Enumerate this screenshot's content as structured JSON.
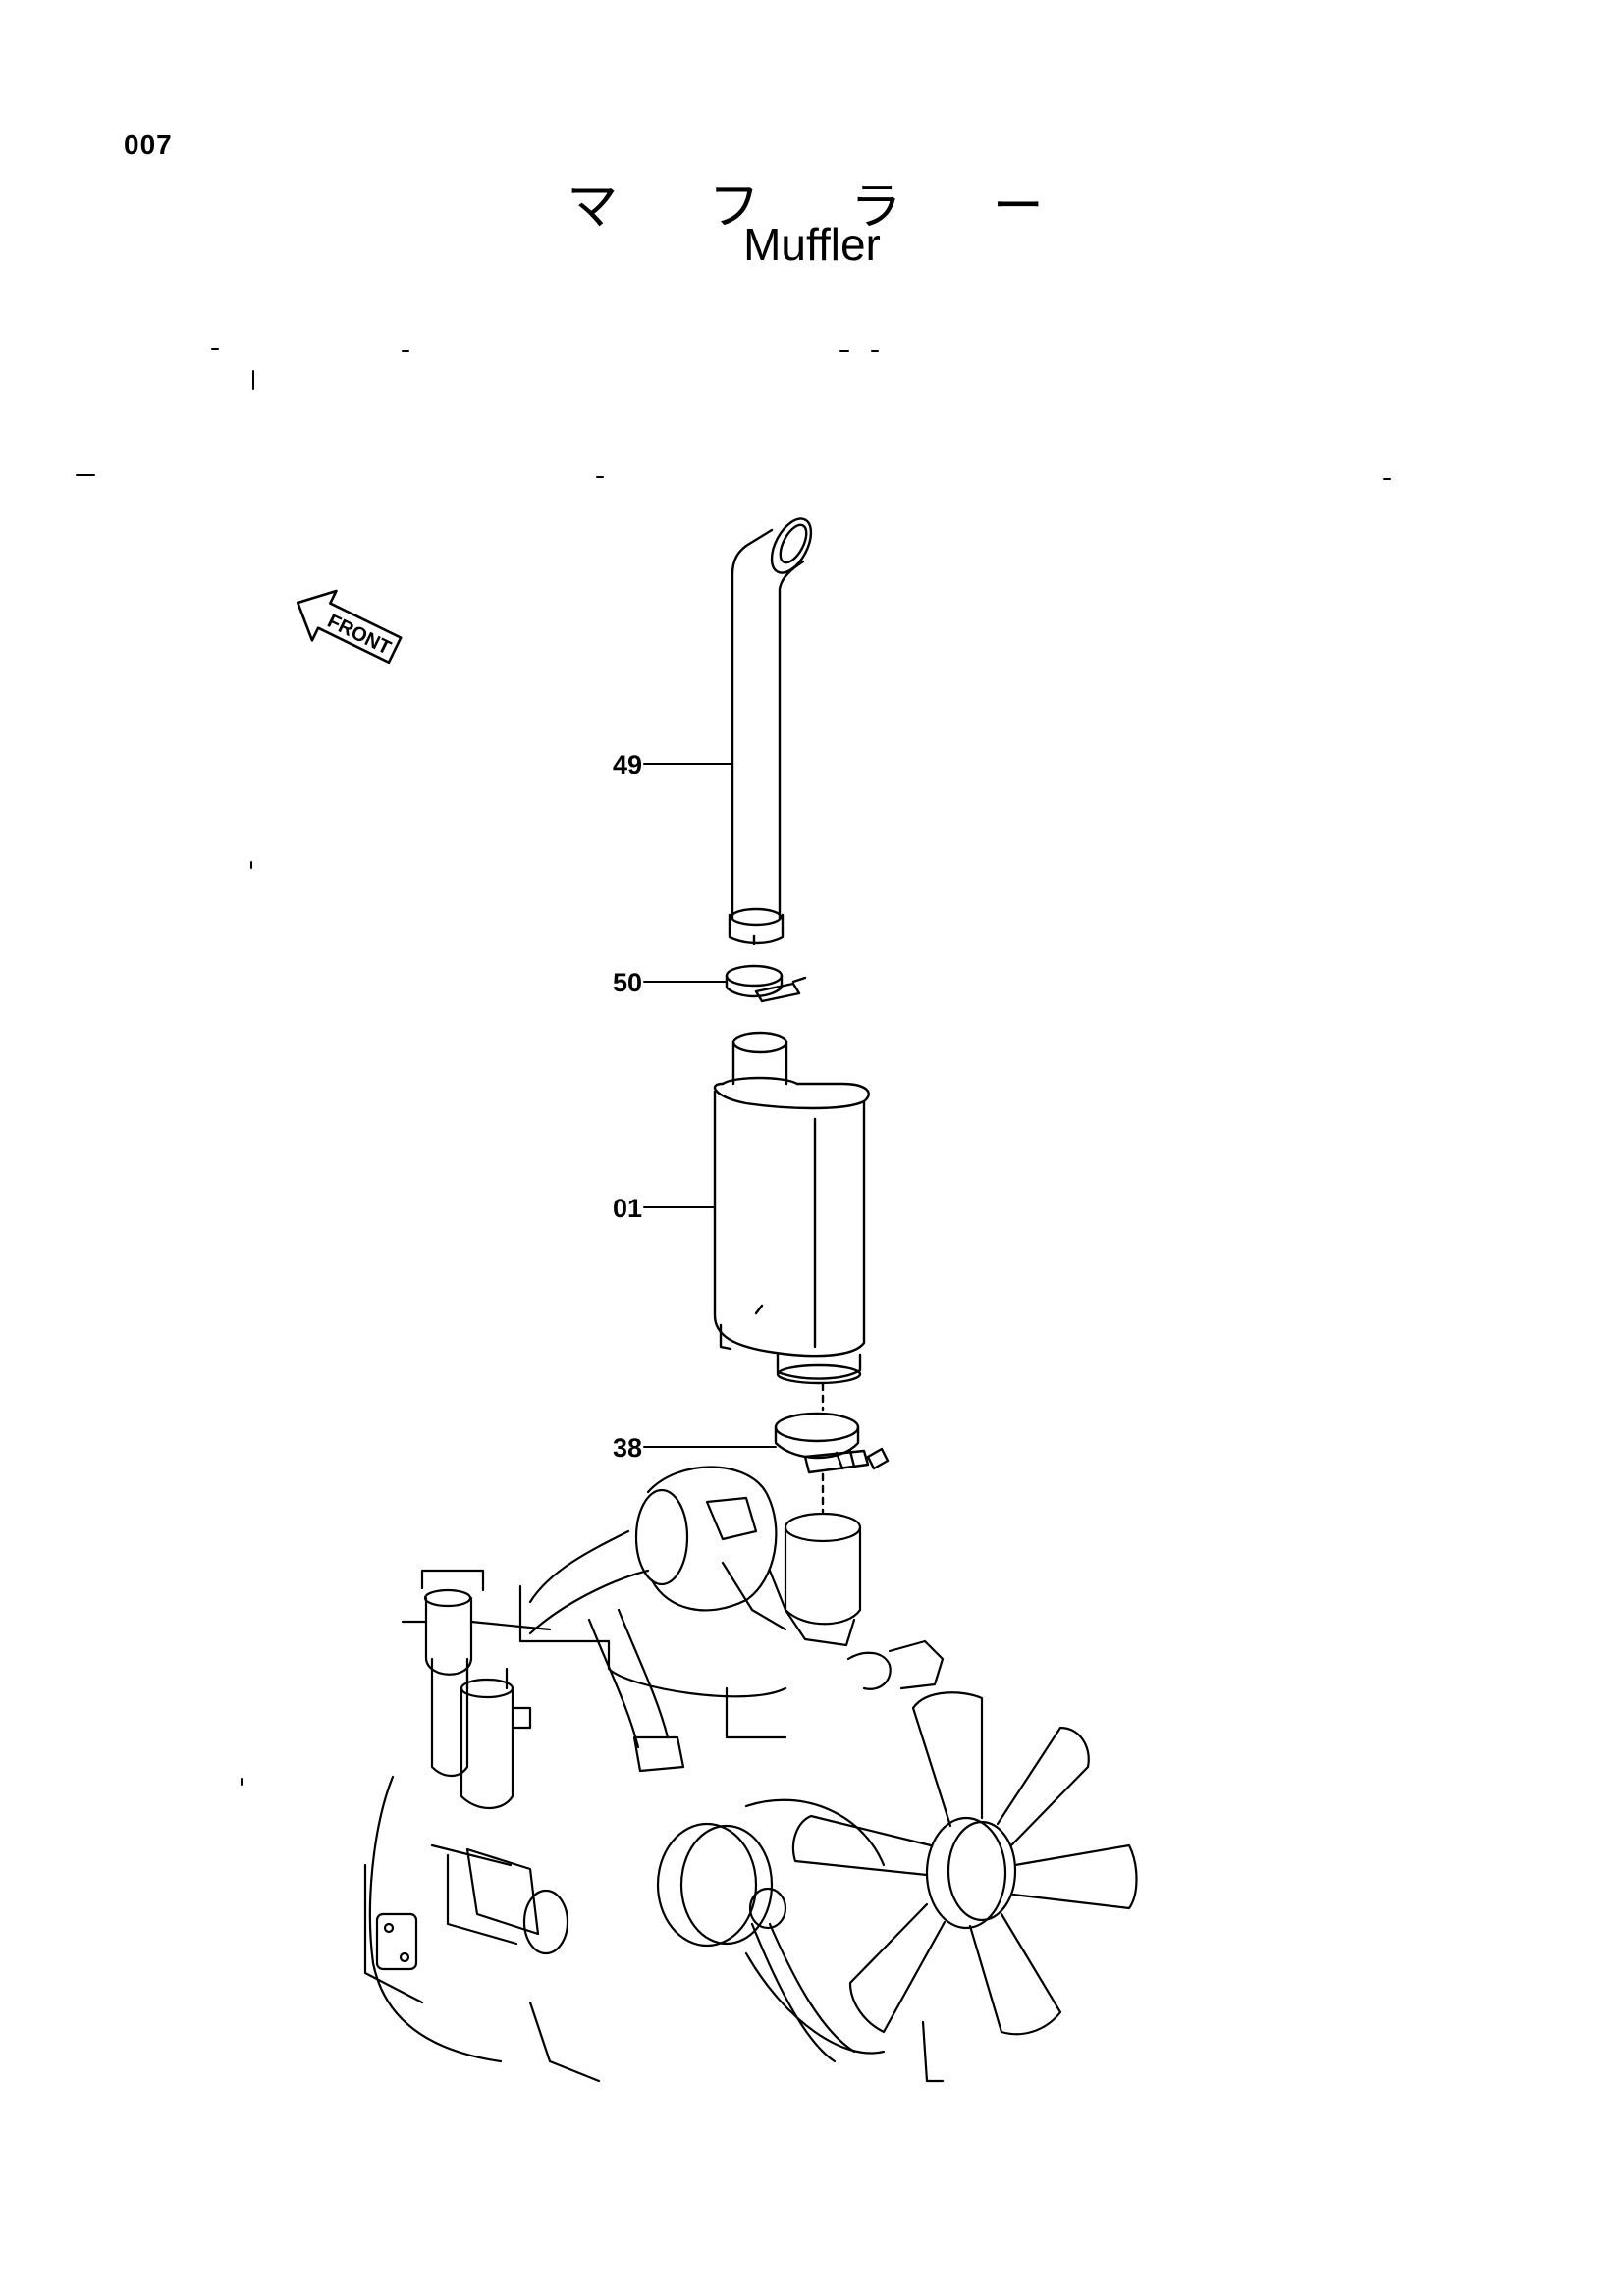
{
  "page": {
    "number": "007",
    "title_jp": "マ フ ラ ー",
    "title_en": "Muffler"
  },
  "orientation": {
    "label": "FRONT",
    "icon": "front-arrow-icon"
  },
  "callouts": [
    {
      "id": "49",
      "part": "exhaust tail pipe"
    },
    {
      "id": "50",
      "part": "pipe clamp"
    },
    {
      "id": "01",
      "part": "muffler"
    },
    {
      "id": "38",
      "part": "pipe clamp"
    }
  ]
}
